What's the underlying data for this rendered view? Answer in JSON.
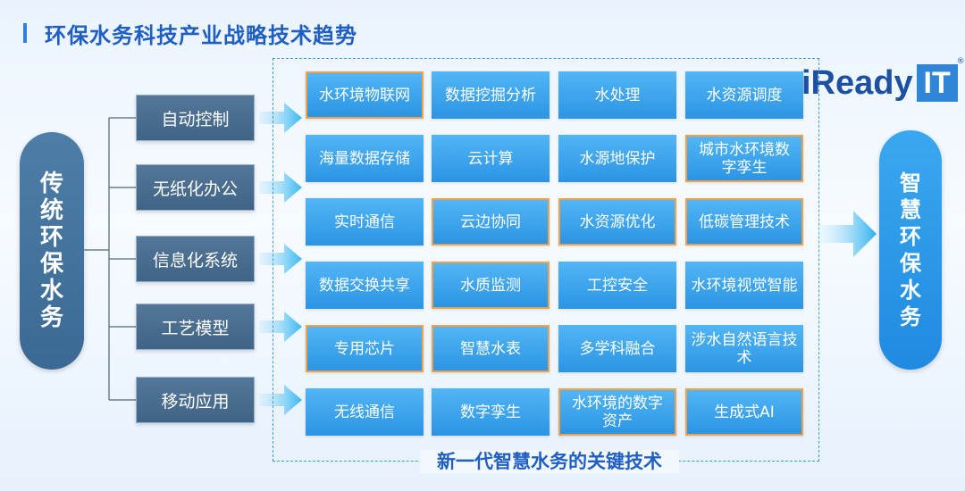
{
  "title": "环保水务科技产业战略技术趋势",
  "logo": {
    "text": "iReady",
    "box": "IT",
    "reg": "®"
  },
  "left_pill": {
    "chars": [
      "传",
      "统",
      "环",
      "保",
      "水",
      "务"
    ]
  },
  "right_pill": {
    "chars": [
      "智",
      "慧",
      "环",
      "保",
      "水",
      "务"
    ]
  },
  "categories": [
    "自动控制",
    "无纸化办公",
    "信息化系统",
    "工艺模型",
    "移动应用"
  ],
  "panel_caption": "新一代智慧水务的关键技术",
  "cells": [
    [
      {
        "label": "水环境物联网",
        "hl": true
      },
      {
        "label": "数据挖掘分析",
        "hl": false
      },
      {
        "label": "水处理",
        "hl": false
      },
      {
        "label": "水资源调度",
        "hl": false
      }
    ],
    [
      {
        "label": "海量数据存储",
        "hl": false
      },
      {
        "label": "云计算",
        "hl": false
      },
      {
        "label": "水源地保护",
        "hl": false
      },
      {
        "label": "城市水环境数字孪生",
        "hl": true
      }
    ],
    [
      {
        "label": "实时通信",
        "hl": false
      },
      {
        "label": "云边协同",
        "hl": true
      },
      {
        "label": "水资源优化",
        "hl": true
      },
      {
        "label": "低碳管理技术",
        "hl": true
      }
    ],
    [
      {
        "label": "数据交换共享",
        "hl": false
      },
      {
        "label": "水质监测",
        "hl": true
      },
      {
        "label": "工控安全",
        "hl": false
      },
      {
        "label": "水环境视觉智能",
        "hl": false
      }
    ],
    [
      {
        "label": "专用芯片",
        "hl": true
      },
      {
        "label": "智慧水表",
        "hl": true
      },
      {
        "label": "多学科融合",
        "hl": false
      },
      {
        "label": "涉水自然语言技术",
        "hl": false
      }
    ],
    [
      {
        "label": "无线通信",
        "hl": false
      },
      {
        "label": "数字孪生",
        "hl": false
      },
      {
        "label": "水环境的数字资产",
        "hl": true
      },
      {
        "label": "生成式AI",
        "hl": true
      }
    ]
  ],
  "colors": {
    "title": "#1f5fc4",
    "cell": "#2b94e4",
    "highlight_border": "#f0a24a",
    "category": "#4a6e90",
    "left_pill": "#44739c",
    "right_pill": "#2a96e8"
  }
}
